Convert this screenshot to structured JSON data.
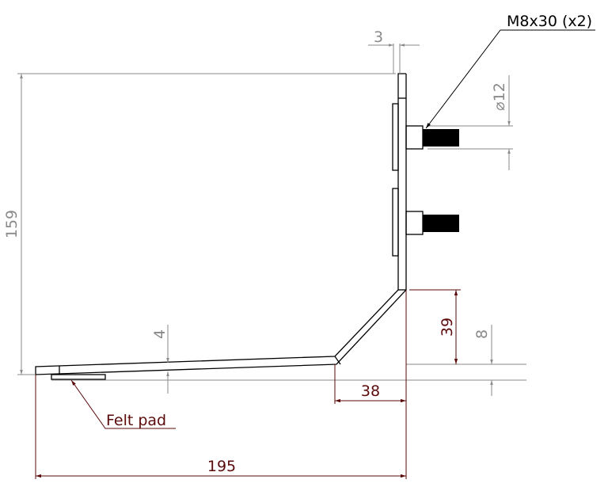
{
  "drawing": {
    "labels": {
      "bolt_callout": "M8x30 (x2)",
      "felt_pad": "Felt pad"
    },
    "dimensions": {
      "thickness": "3",
      "overall_height": "159",
      "bolt_head_diameter": "⌀12",
      "bend_height": "39",
      "offset": "8",
      "base_thickness": "4",
      "bend_width": "38",
      "overall_width": "195"
    },
    "colors": {
      "reference_dimension": "#8a8a8a",
      "driven_dimension": "#5a0a0a",
      "outline": "#000000"
    }
  }
}
